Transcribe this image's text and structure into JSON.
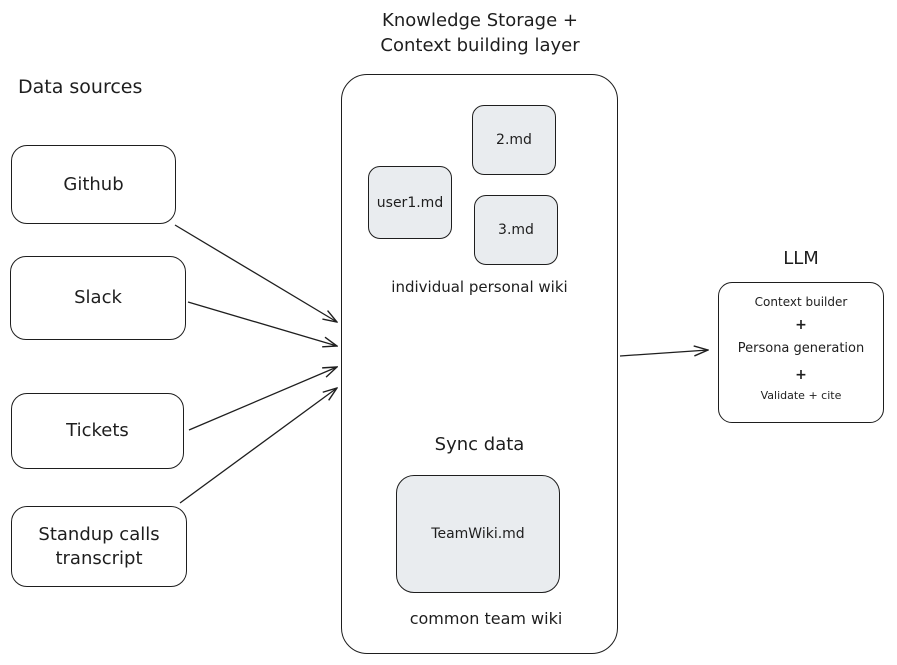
{
  "title_storage_line1": "Knowledge Storage +",
  "title_storage_line2": "Context building layer",
  "title_sources": "Data sources",
  "sources": [
    {
      "label": "Github"
    },
    {
      "label": "Slack"
    },
    {
      "label": "Tickets"
    },
    {
      "label_line1": "Standup calls",
      "label_line2": "transcript"
    }
  ],
  "personal_files": [
    "user1.md",
    "2.md",
    "3.md"
  ],
  "personal_wiki_label": "individual personal wiki",
  "sync_label": "Sync data",
  "team_file": "TeamWiki.md",
  "team_wiki_label": "common team wiki",
  "llm_title": "LLM",
  "llm_lines": [
    "Context builder",
    "+",
    "Persona generation",
    "+",
    "Validate + cite"
  ],
  "colors": {
    "stroke": "#1e1e1e",
    "file_fill": "#e9ecef",
    "background": "#ffffff"
  }
}
